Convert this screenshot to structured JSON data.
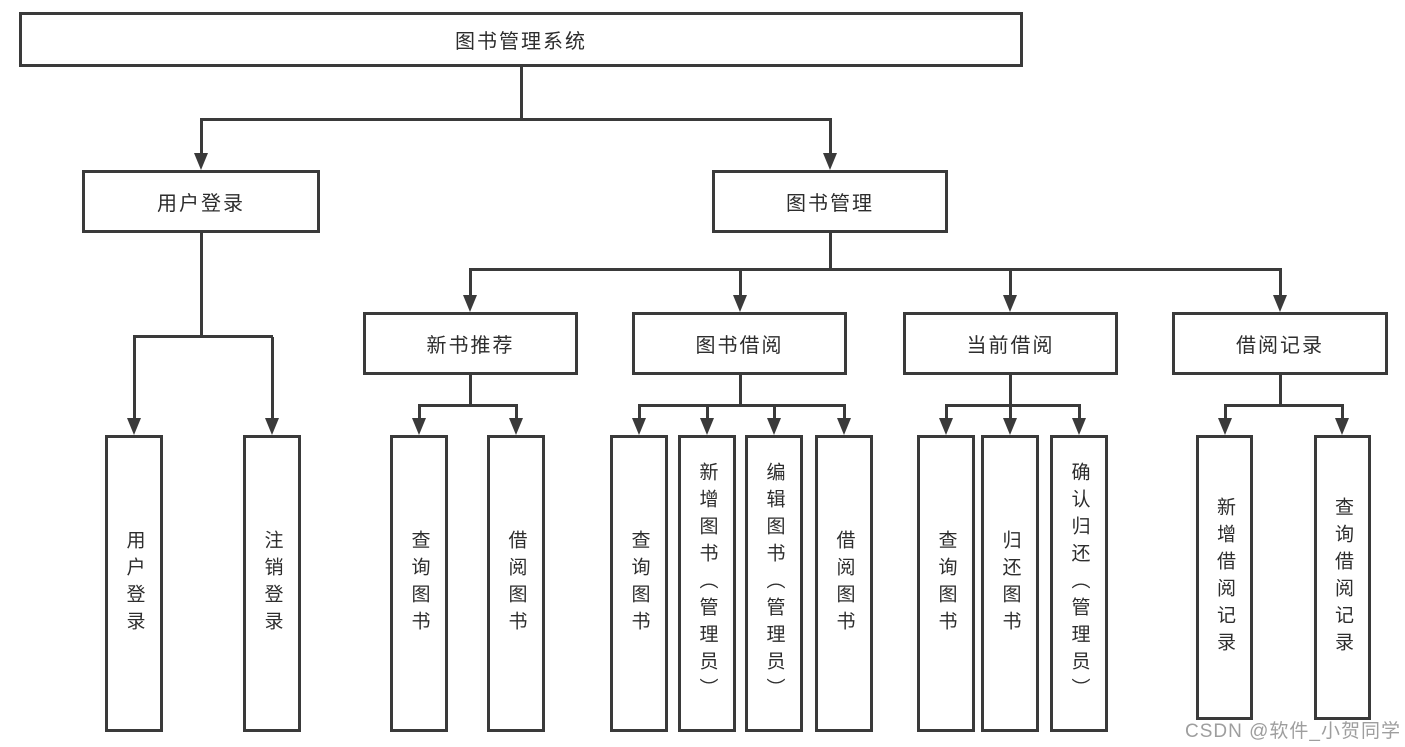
{
  "tree": {
    "root": {
      "label": "图书管理系统"
    },
    "level2": [
      {
        "label": "用户登录"
      },
      {
        "label": "图书管理"
      }
    ],
    "level3": [
      {
        "label": "新书推荐"
      },
      {
        "label": "图书借阅"
      },
      {
        "label": "当前借阅"
      },
      {
        "label": "借阅记录"
      }
    ],
    "leaves": [
      {
        "label": "用户登录"
      },
      {
        "label": "注销登录"
      },
      {
        "label": "查询图书"
      },
      {
        "label": "借阅图书"
      },
      {
        "label": "查询图书"
      },
      {
        "label": "新增图书（管理员）"
      },
      {
        "label": "编辑图书（管理员）"
      },
      {
        "label": "借阅图书"
      },
      {
        "label": "查询图书"
      },
      {
        "label": "归还图书"
      },
      {
        "label": "确认归还（管理员）"
      },
      {
        "label": "新增借阅记录"
      },
      {
        "label": "查询借阅记录"
      }
    ]
  },
  "watermark": {
    "text": "CSDN @软件_小贺同学"
  },
  "colors": {
    "line": "#3a3a3a",
    "text": "#2d2d2d",
    "watermark": "#9e9e9e",
    "background": "#ffffff"
  }
}
